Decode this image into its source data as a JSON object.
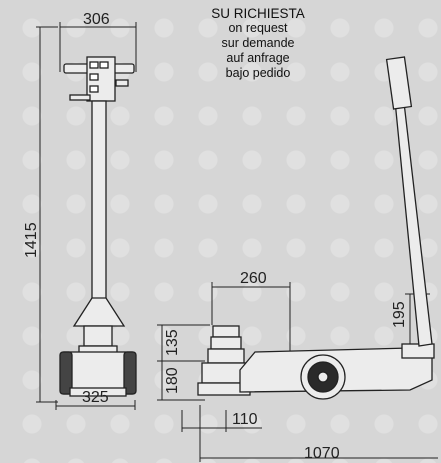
{
  "availability_note": {
    "it": "SU RICHIESTA",
    "en": "on request",
    "fr": "sur demande",
    "de": "auf anfrage",
    "es": "bajo pedido"
  },
  "dimensions": {
    "handle_width": "306",
    "total_height": "1415",
    "base_width": "325",
    "saddle_reach": "260",
    "extension_height": "135",
    "min_height": "180",
    "saddle_offset": "110",
    "total_length": "1070",
    "lift_height": "195"
  }
}
